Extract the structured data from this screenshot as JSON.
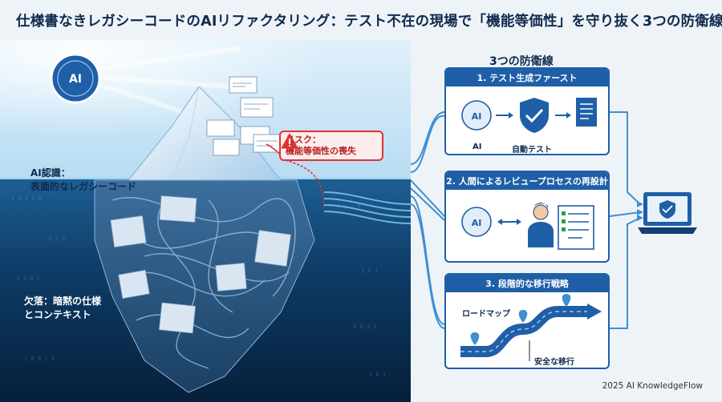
{
  "title": "仕様書なきレガシーコードのAIリファクタリング：テスト不在の現場で「機能等価性」を守り抜く3つの防衛線",
  "left": {
    "ai_badge": "AI",
    "ai_perception": "AI認識：\n表面的なレガシーコード",
    "deficit": "欠落：暗黙の仕様\nとコンテキスト",
    "risk_title": "リスク：",
    "risk_text": "機能等価性の喪失"
  },
  "right": {
    "heading": "3つの防衛線",
    "card1": {
      "header": "1. テスト生成ファースト",
      "ai_icon": "AI",
      "ai_label": "AI",
      "auto_test": "自動テスト"
    },
    "card2": {
      "header": "2. 人間によるレビュープロセスの再設計",
      "ai_icon": "AI"
    },
    "card3": {
      "header": "3. 段階的な移行戦略",
      "roadmap": "ロードマップ",
      "safe_migration": "安全な移行"
    }
  },
  "footer": "2025 AI KnowledgeFlow",
  "colors": {
    "navy": "#0f2a4d",
    "primary": "#1f5fa8",
    "risk": "#d33333",
    "ocean": "#0a2a4a"
  },
  "icons": [
    "ai-brain-icon",
    "warning-icon",
    "shield-check-icon",
    "document-icon",
    "person-reviewer-icon",
    "laptop-shield-icon",
    "map-pin-icon"
  ]
}
